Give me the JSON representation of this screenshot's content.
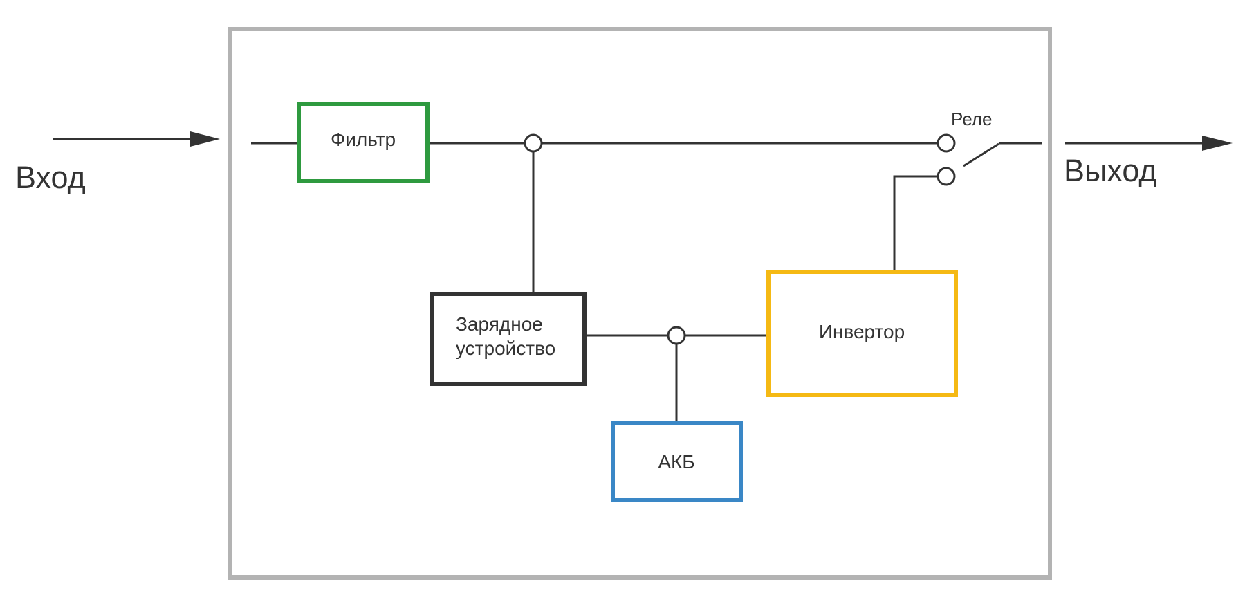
{
  "diagram": {
    "input_label": "Вход",
    "output_label": "Выход",
    "relay_label": "Реле",
    "blocks": {
      "filter": {
        "label": "Фильтр",
        "color": "#2e9a3f"
      },
      "charger": {
        "line1": "Зарядное",
        "line2": "устройство",
        "color": "#333333"
      },
      "battery": {
        "label": "АКБ",
        "color": "#3a87c6"
      },
      "inverter": {
        "label": "Инвертор",
        "color": "#f5b914"
      }
    },
    "enclosure_color": "#b3b3b3"
  }
}
